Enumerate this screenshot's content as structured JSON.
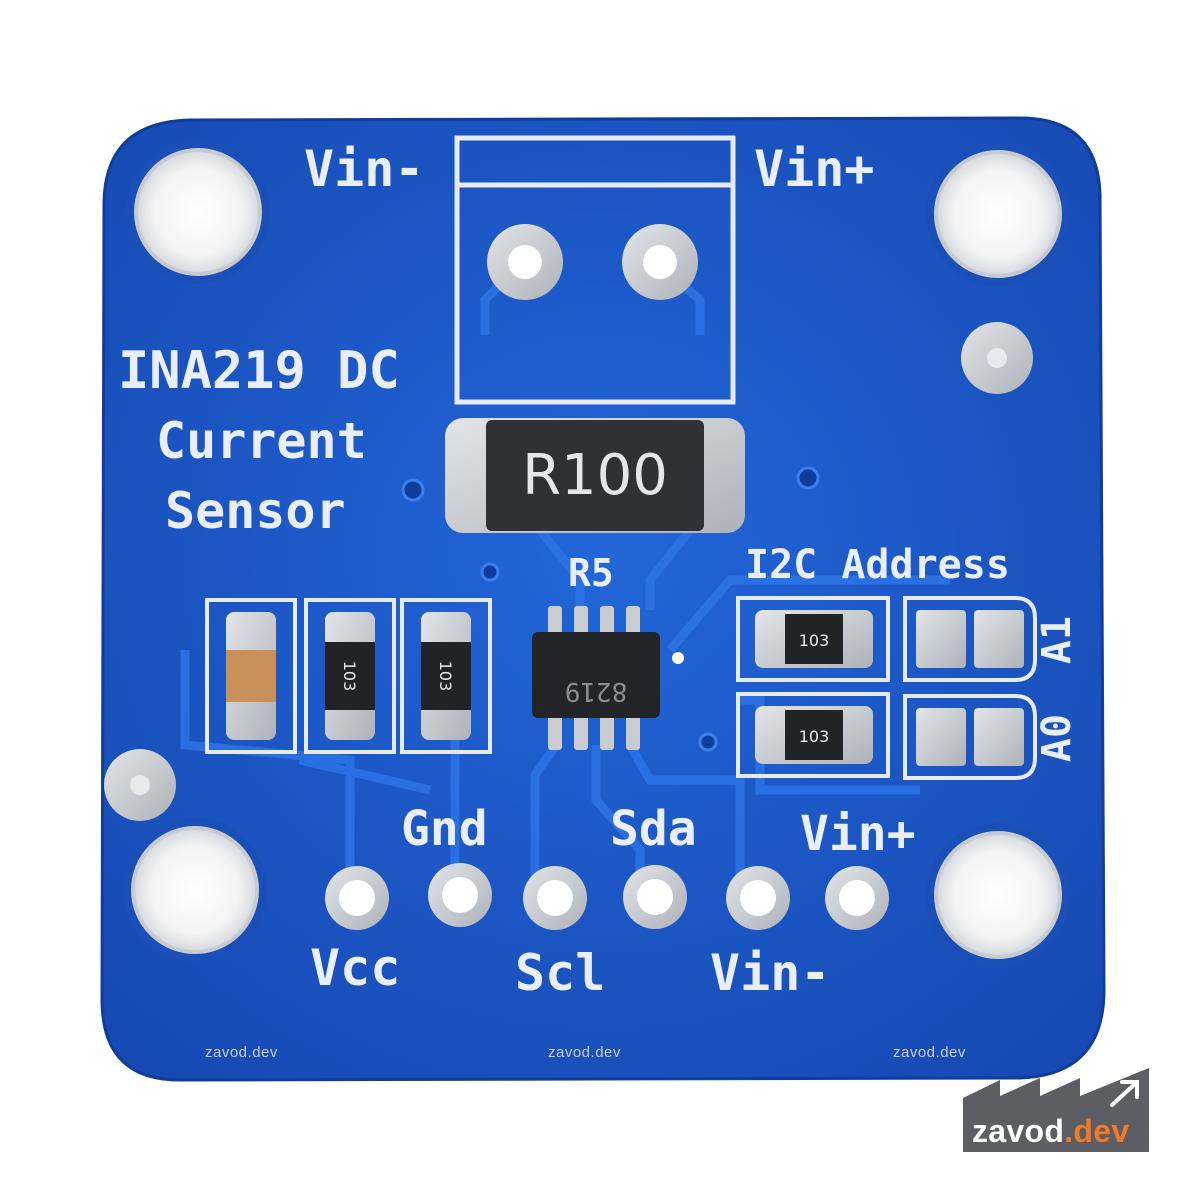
{
  "board": {
    "title_line1": "INA219 DC",
    "title_line2": "Current",
    "title_line3": "Sensor",
    "terminal_left": "Vin-",
    "terminal_right": "Vin+",
    "shunt_marking": "R100",
    "chip_ref": "R5",
    "chip_marking": "8219",
    "i2c_label": "I2C Address",
    "jumper_a1": "A1",
    "jumper_a0": "A0",
    "resistor_marking": "103",
    "pins_top": [
      "Gnd",
      "Sda",
      "Vin+"
    ],
    "pins_bottom": [
      "Vcc",
      "Scl",
      "Vin-"
    ]
  },
  "watermark": {
    "left": "zavod.dev",
    "center": "zavod.dev",
    "right": "zavod.dev"
  },
  "logo": {
    "name": "zavod",
    "suffix": ".dev"
  },
  "colors": {
    "pcb": "#1a56c8",
    "pad": "#c9ccd1",
    "logo_bg": "#5c5e63",
    "logo_accent": "#f07a2a"
  }
}
